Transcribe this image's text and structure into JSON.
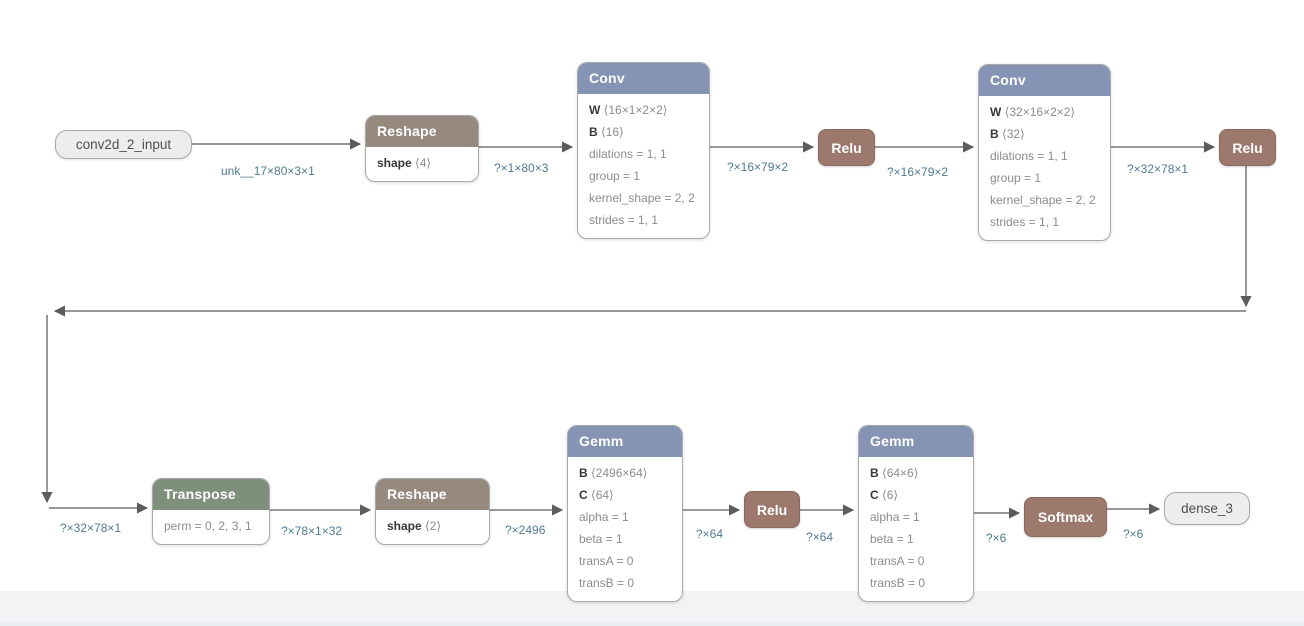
{
  "colors": {
    "background": "#ffffff",
    "header_conv_gemm": "#8594b4",
    "header_reshape": "#96897e",
    "header_transpose": "#7e8f7c",
    "op_node": "#9c796c",
    "io_node_fill": "#ededed",
    "edge_line": "#777777",
    "edge_label_text": "#4e7b92",
    "footer_band": "#f2f3f4"
  },
  "graph": {
    "nodes": {
      "input": {
        "label": "conv2d_2_input"
      },
      "reshape1": {
        "title": "Reshape",
        "inputs": [
          {
            "name": "shape",
            "value": "⟨4⟩"
          }
        ]
      },
      "conv1": {
        "title": "Conv",
        "inputs": [
          {
            "name": "W",
            "value": "⟨16×1×2×2⟩"
          },
          {
            "name": "B",
            "value": "⟨16⟩"
          }
        ],
        "attrs": [
          "dilations = 1, 1",
          "group = 1",
          "kernel_shape = 2, 2",
          "strides = 1, 1"
        ]
      },
      "relu1": {
        "title": "Relu"
      },
      "conv2": {
        "title": "Conv",
        "inputs": [
          {
            "name": "W",
            "value": "⟨32×16×2×2⟩"
          },
          {
            "name": "B",
            "value": "⟨32⟩"
          }
        ],
        "attrs": [
          "dilations = 1, 1",
          "group = 1",
          "kernel_shape = 2, 2",
          "strides = 1, 1"
        ]
      },
      "relu2": {
        "title": "Relu"
      },
      "transpose": {
        "title": "Transpose",
        "attrs": [
          "perm = 0, 2, 3, 1"
        ]
      },
      "reshape2": {
        "title": "Reshape",
        "inputs": [
          {
            "name": "shape",
            "value": "⟨2⟩"
          }
        ]
      },
      "gemm1": {
        "title": "Gemm",
        "inputs": [
          {
            "name": "B",
            "value": "⟨2496×64⟩"
          },
          {
            "name": "C",
            "value": "⟨64⟩"
          }
        ],
        "attrs": [
          "alpha = 1",
          "beta = 1",
          "transA = 0",
          "transB = 0"
        ]
      },
      "relu3": {
        "title": "Relu"
      },
      "gemm2": {
        "title": "Gemm",
        "inputs": [
          {
            "name": "B",
            "value": "⟨64×6⟩"
          },
          {
            "name": "C",
            "value": "⟨6⟩"
          }
        ],
        "attrs": [
          "alpha = 1",
          "beta = 1",
          "transA = 0",
          "transB = 0"
        ]
      },
      "softmax": {
        "title": "Softmax"
      },
      "output": {
        "label": "dense_3"
      }
    },
    "edge_labels": {
      "e1": "unk__17×80×3×1",
      "e2": "?×1×80×3",
      "e3": "?×16×79×2",
      "e4": "?×16×79×2",
      "e5": "?×32×78×1",
      "e6": "?×32×78×1",
      "e7": "?×78×1×32",
      "e8": "?×2496",
      "e9": "?×64",
      "e10": "?×64",
      "e11": "?×6",
      "e12": "?×6"
    }
  }
}
